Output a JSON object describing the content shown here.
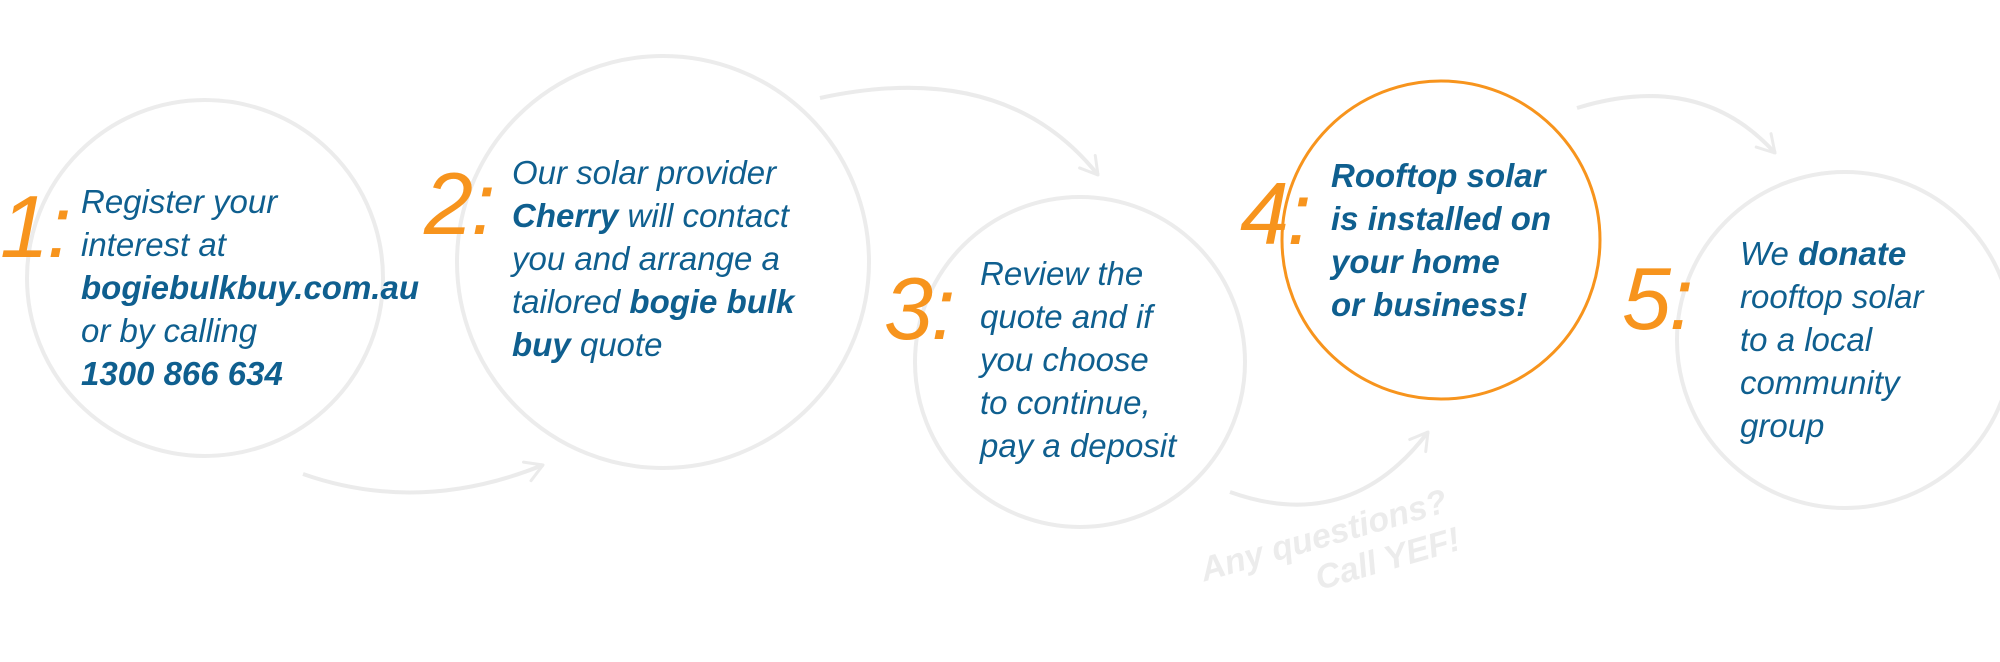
{
  "steps": [
    {
      "number": "1:",
      "lines": [
        {
          "parts": [
            {
              "text": "Register your"
            }
          ]
        },
        {
          "parts": [
            {
              "text": "interest at"
            }
          ]
        },
        {
          "parts": [
            {
              "text": "bogiebulkbuy.com.au",
              "bold": true
            }
          ]
        },
        {
          "parts": [
            {
              "text": "or by calling"
            }
          ]
        },
        {
          "parts": [
            {
              "text": "1300 866 634",
              "bold": true
            }
          ]
        }
      ]
    },
    {
      "number": "2:",
      "lines": [
        {
          "parts": [
            {
              "text": "Our solar provider"
            }
          ]
        },
        {
          "parts": [
            {
              "text": "Cherry",
              "bold": true
            },
            {
              "text": " will contact"
            }
          ]
        },
        {
          "parts": [
            {
              "text": "you and arrange a"
            }
          ]
        },
        {
          "parts": [
            {
              "text": "tailored "
            },
            {
              "text": "bogie bulk",
              "bold": true
            }
          ]
        },
        {
          "parts": [
            {
              "text": "buy",
              "bold": true
            },
            {
              "text": " quote"
            }
          ]
        }
      ]
    },
    {
      "number": "3:",
      "lines": [
        {
          "parts": [
            {
              "text": "Review the"
            }
          ]
        },
        {
          "parts": [
            {
              "text": "quote and if"
            }
          ]
        },
        {
          "parts": [
            {
              "text": "you choose"
            }
          ]
        },
        {
          "parts": [
            {
              "text": "to continue,"
            }
          ]
        },
        {
          "parts": [
            {
              "text": "pay a deposit"
            }
          ]
        }
      ]
    },
    {
      "number": "4:",
      "highlighted": true,
      "lines": [
        {
          "parts": [
            {
              "text": "Rooftop solar",
              "bold": true
            }
          ]
        },
        {
          "parts": [
            {
              "text": "is installed on",
              "bold": true
            }
          ]
        },
        {
          "parts": [
            {
              "text": "your home",
              "bold": true
            }
          ]
        },
        {
          "parts": [
            {
              "text": "or business!",
              "bold": true
            }
          ]
        }
      ]
    },
    {
      "number": "5:",
      "lines": [
        {
          "parts": [
            {
              "text": "We "
            },
            {
              "text": "donate",
              "bold": true
            }
          ]
        },
        {
          "parts": [
            {
              "text": "rooftop solar"
            }
          ]
        },
        {
          "parts": [
            {
              "text": "to a local"
            }
          ]
        },
        {
          "parts": [
            {
              "text": "community"
            }
          ]
        },
        {
          "parts": [
            {
              "text": "group"
            }
          ]
        }
      ]
    }
  ],
  "footer_note": {
    "line1": "Any questions?",
    "line2": "Call YEF!"
  },
  "colors": {
    "accent": "#f7941d",
    "text": "#0f5f8f",
    "faint": "#ececec"
  }
}
